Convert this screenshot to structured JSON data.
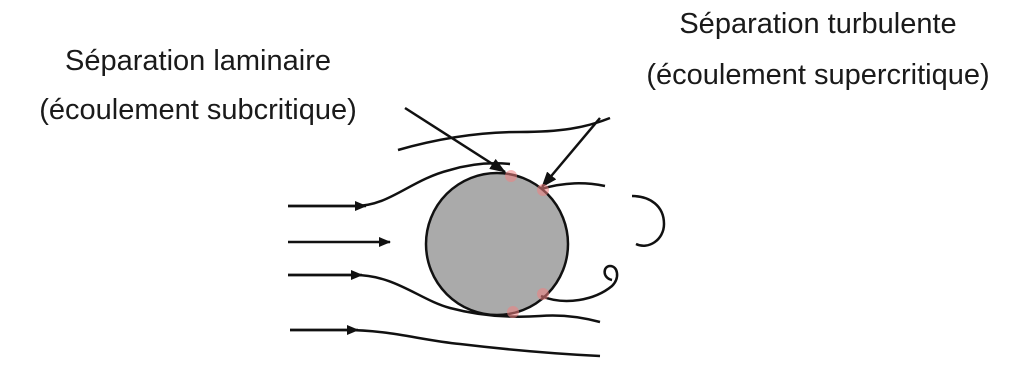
{
  "labels": {
    "laminar_line1": "Séparation laminaire",
    "laminar_line2": "(écoulement subcritique)",
    "turbulent_line1": "Séparation turbulente",
    "turbulent_line2": "(écoulement supercritique)"
  },
  "colors": {
    "cylinder_fill": "#aaaaaa",
    "stroke": "#111111",
    "separation_marker": "#f08080"
  }
}
